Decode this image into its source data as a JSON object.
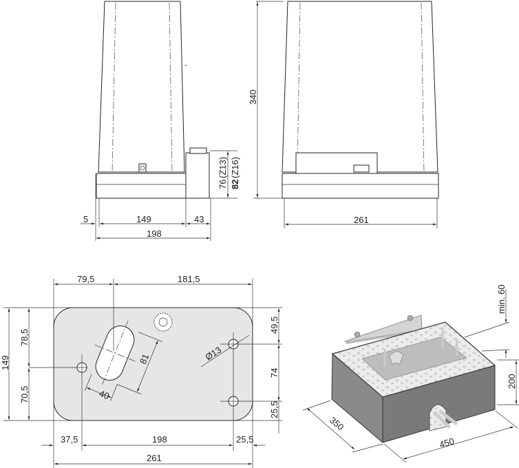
{
  "side_view": {
    "height_note_76": "76",
    "height_note_76_suffix": "(Z13)",
    "height_note_82": "82",
    "height_note_82_suffix": "(Z16)",
    "dim_offset": "5",
    "dim_body": "149",
    "dim_motor": "43",
    "dim_total": "198"
  },
  "front_view": {
    "dim_height": "340",
    "dim_width": "261"
  },
  "base_plate": {
    "dim_top_left": "79,5",
    "dim_top_right": "181,5",
    "dim_height_total": "149",
    "dim_upper": "78,5",
    "dim_lower": "70,5",
    "dim_right_top": "49,5",
    "dim_right_mid": "74",
    "dim_right_bottom": "25,5",
    "dim_slot_length": "81",
    "dim_slot_width": "40",
    "dim_hole_diameter": "Ø13",
    "dim_bottom_left": "37,5",
    "dim_bottom_mid": "198",
    "dim_bottom_right": "25,5",
    "dim_width_total": "261"
  },
  "foundation": {
    "dim_min_depth": "min. 60",
    "dim_height": "200",
    "dim_depth": "350",
    "dim_width": "450"
  },
  "colors": {
    "plate_fill": "#e6e6e6",
    "box_side": "#8a8a8a",
    "box_front": "#7a7a7a",
    "concrete": "#ececec"
  }
}
